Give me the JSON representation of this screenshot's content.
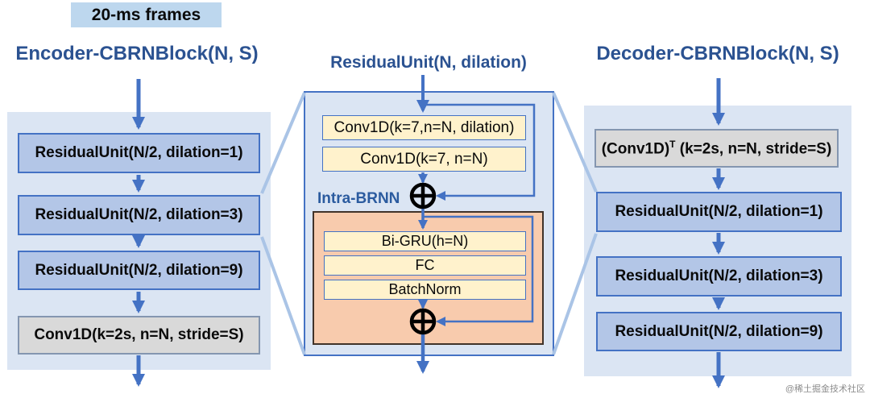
{
  "top_label": "20-ms frames",
  "encoder": {
    "title": "Encoder-CBRNBlock(N, S)",
    "boxes": [
      {
        "label": "ResidualUnit(N/2, dilation=1)",
        "style": "blue"
      },
      {
        "label": "ResidualUnit(N/2, dilation=3)",
        "style": "blue"
      },
      {
        "label": "ResidualUnit(N/2, dilation=9)",
        "style": "blue"
      },
      {
        "label": "Conv1D(k=2s, n=N, stride=S)",
        "style": "gray"
      }
    ]
  },
  "residual_unit": {
    "title": "ResidualUnit(N, dilation)",
    "conv_boxes": [
      {
        "label": "Conv1D(k=7,n=N, dilation)"
      },
      {
        "label": "Conv1D(k=7, n=N)"
      }
    ],
    "intra_brnn": {
      "label": "Intra-BRNN",
      "boxes": [
        {
          "label": "Bi-GRU(h=N)"
        },
        {
          "label": "FC"
        },
        {
          "label": "BatchNorm"
        }
      ]
    },
    "sum_icon": "circled-plus"
  },
  "decoder": {
    "title": "Decoder-CBRNBlock(N, S)",
    "transpose_box": {
      "base": "(Conv1D)",
      "sup": "T",
      "rest": " (k=2s, n=N, stride=S)"
    },
    "boxes": [
      {
        "label": "ResidualUnit(N/2, dilation=1)",
        "style": "blue"
      },
      {
        "label": "ResidualUnit(N/2, dilation=3)",
        "style": "blue"
      },
      {
        "label": "ResidualUnit(N/2, dilation=9)",
        "style": "blue"
      }
    ]
  },
  "watermark": "@稀土掘金技术社区",
  "colors": {
    "panel_fill": "#dbe5f3",
    "blue_box_fill": "#b3c6e7",
    "yellow_box_fill": "#fff2cc",
    "orange_panel_fill": "#f8cbad",
    "gray_box_fill": "#d9d9d9",
    "accent_border": "#4472c4",
    "arrow": "#4472c4",
    "connector": "#aac4e6",
    "title_text": "#2b5291",
    "frame_label_bg": "#bdd7ee"
  }
}
